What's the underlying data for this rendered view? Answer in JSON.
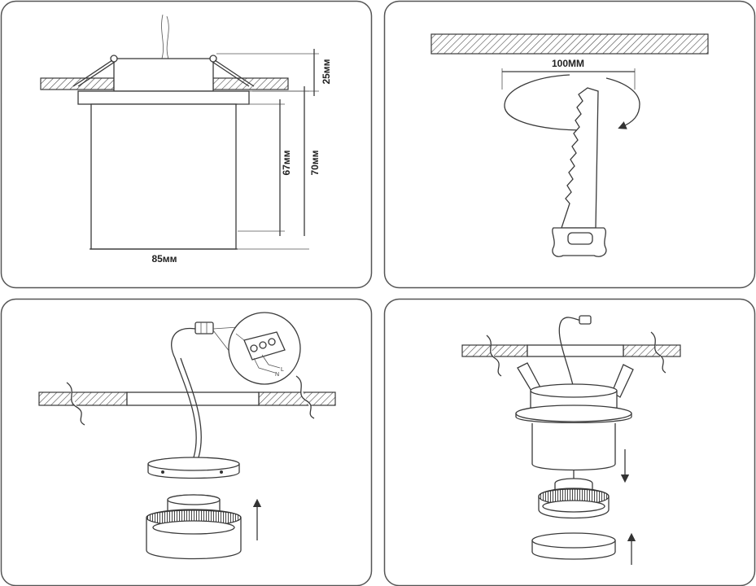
{
  "panels": {
    "p1": {
      "dims": {
        "depth_above": "25мм",
        "body_height": "67мм",
        "total_height": "70мм",
        "diameter": "85мм"
      }
    },
    "p2": {
      "dims": {
        "cutout": "100MM"
      }
    },
    "p3": {
      "terminal_labels": {
        "neutral": "N",
        "live": "L"
      }
    },
    "p4": {}
  },
  "colors": {
    "stroke": "#3a3a3a",
    "border": "#555555",
    "hatch": "#4a4a4a",
    "background": "#ffffff"
  }
}
